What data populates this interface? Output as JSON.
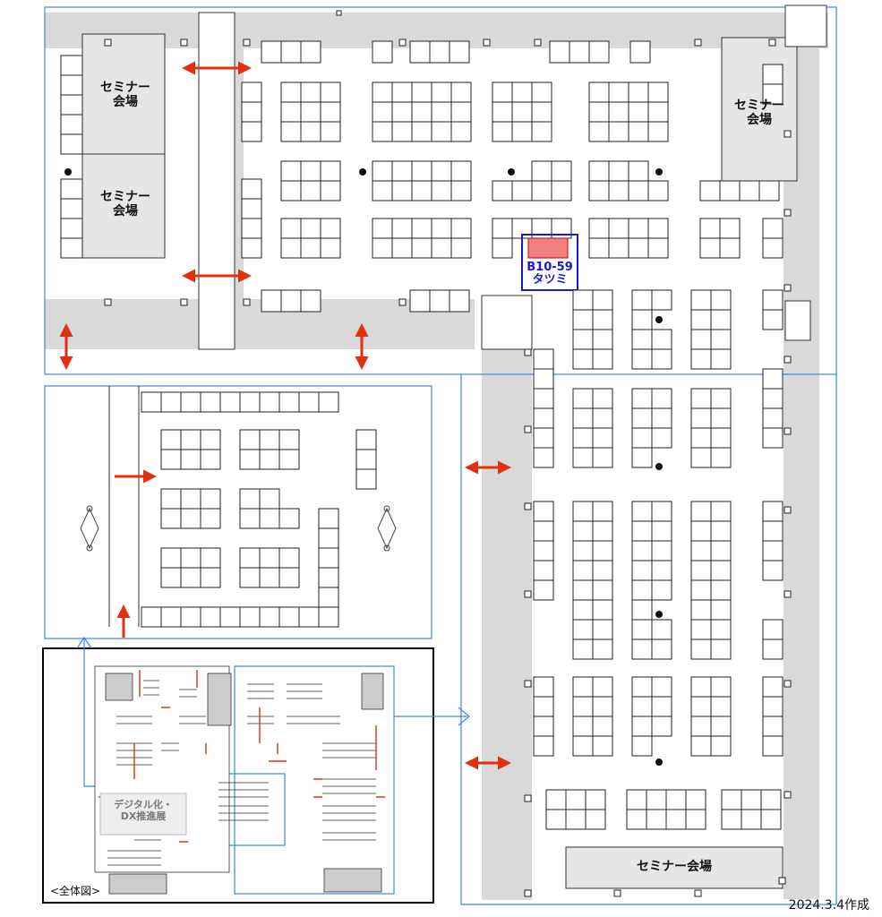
{
  "seminar_labels": {
    "top_left_1": [
      "セミナー",
      "会場"
    ],
    "top_left_2": [
      "セミナー",
      "会場"
    ],
    "top_right": [
      "セミナー",
      "会場"
    ],
    "bottom": "セミナー会場"
  },
  "highlight_booth": {
    "code": "B10-59",
    "name": "タツミ",
    "color": "#f08080",
    "outline": "#1a1acc"
  },
  "overview": {
    "caption": "<全体図>",
    "label": [
      "デジタル化・",
      "DX推進展"
    ]
  },
  "created_date": "2024.3.4作成",
  "colors": {
    "arrow": "#e03010",
    "zone_border": "#3a86e8",
    "aisle": "#d9d9d9",
    "seminar_fill": "#e6e6e6"
  }
}
